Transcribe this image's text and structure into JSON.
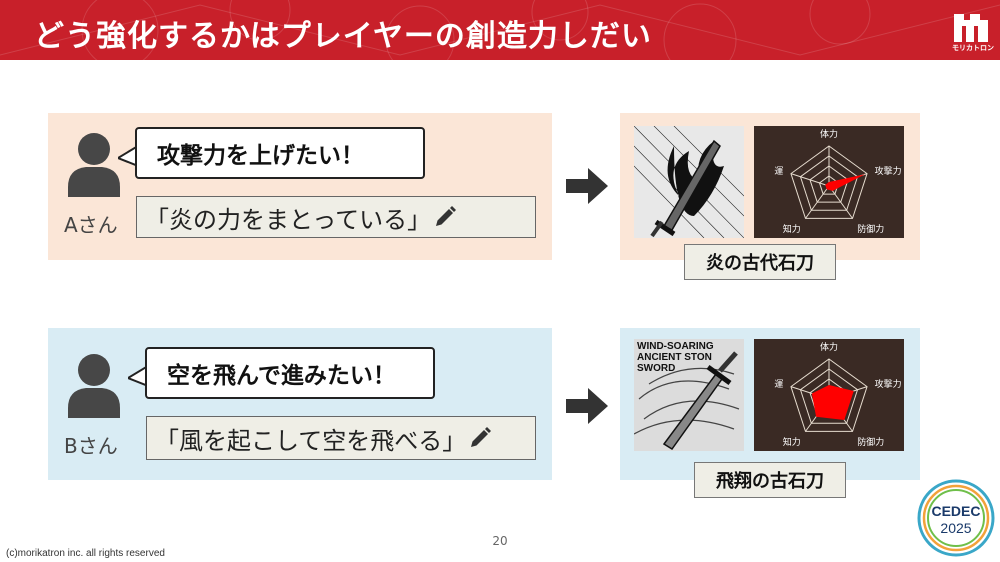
{
  "slide": {
    "title": "どう強化するかはプレイヤーの創造力しだい",
    "logo_text": "モリカトロン",
    "page_number": "20",
    "copyright": "(c)morikatron inc. all rights reserved",
    "event_logo": {
      "line1": "CEDEC",
      "line2": "2025"
    }
  },
  "colors": {
    "header": "#c8202a",
    "panel_a": "#fbe6d7",
    "panel_b": "#d9ecf4",
    "radar_fill": "#ff0000"
  },
  "players": [
    {
      "label": "Aさん",
      "speech": "攻撃力を上げたい！",
      "prompt": "「炎の力をまとっている」",
      "result_name": "炎の古代石刀",
      "illustration": "flaming-sword",
      "illustration_text": ""
    },
    {
      "label": "Bさん",
      "speech": "空を飛んで進みたい！",
      "prompt": "「風を起こして空を飛べる」",
      "result_name": "飛翔の古石刀",
      "illustration": "wind-sword",
      "illustration_text": [
        "WIND-SOARING",
        "ANCIENT STON",
        "SWORD"
      ]
    }
  ],
  "radar": {
    "stats": [
      "体力",
      "攻撃力",
      "防御力",
      "知力",
      "運"
    ]
  },
  "chart_data": [
    {
      "type": "radar",
      "categories": [
        "体力",
        "攻撃力",
        "防御力",
        "知力",
        "運"
      ],
      "values": [
        0.1,
        0.95,
        0.15,
        0.1,
        0.1
      ],
      "range": [
        0,
        1
      ],
      "grid": true
    },
    {
      "type": "radar",
      "categories": [
        "体力",
        "攻撃力",
        "防御力",
        "知力",
        "運"
      ],
      "values": [
        0.35,
        0.65,
        0.65,
        0.55,
        0.45
      ],
      "range": [
        0,
        1
      ],
      "grid": true
    }
  ]
}
